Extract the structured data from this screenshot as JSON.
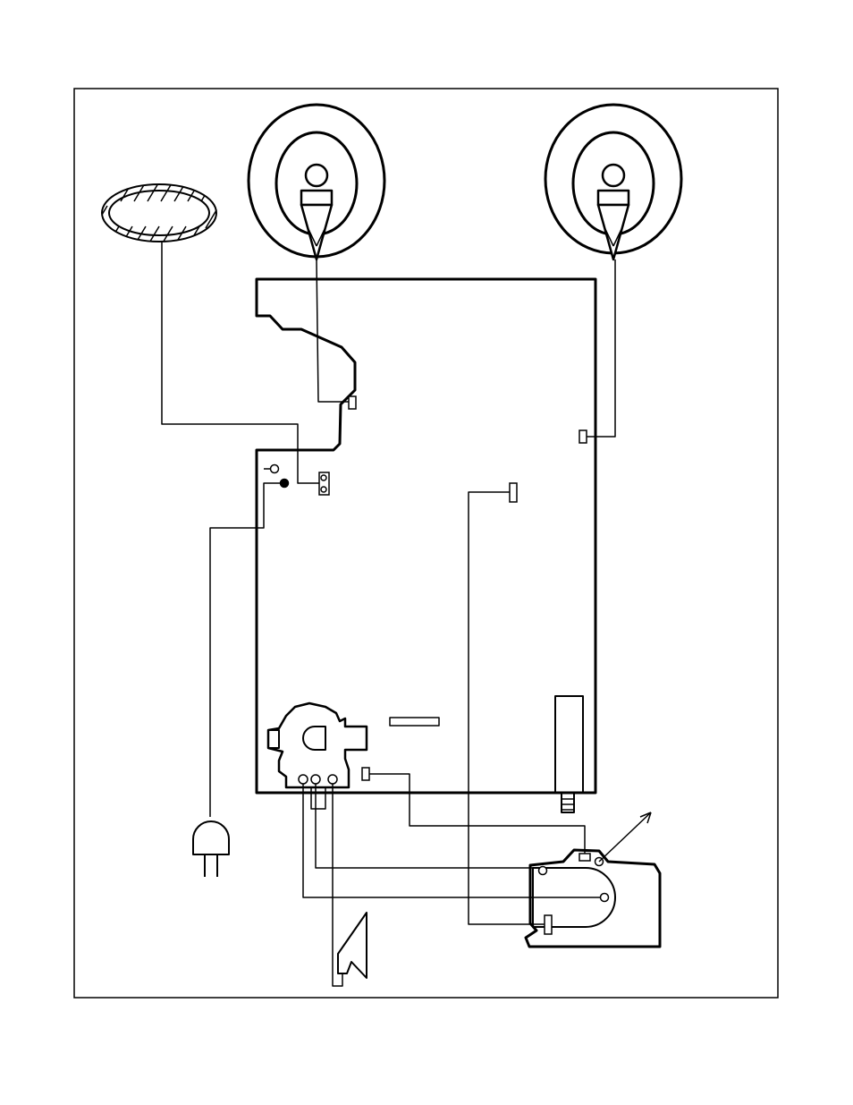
{
  "diagram": {
    "type": "wiring-diagram",
    "labels": [],
    "colors": {
      "line": "#000000",
      "background": "#ffffff"
    },
    "components": [
      "degaussing-coil",
      "speaker-left",
      "speaker-right",
      "main-board",
      "power-plug",
      "flyback-transformer",
      "crt-neck-board",
      "anode-lead"
    ]
  }
}
